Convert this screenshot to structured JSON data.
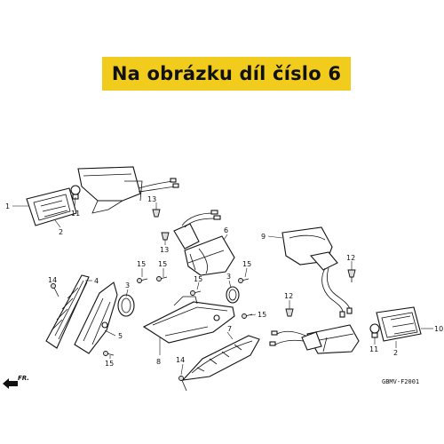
{
  "banner": {
    "text": "Na obrázku díl číslo 6",
    "color": "#f2cc1d"
  },
  "callouts": {
    "c1": "1",
    "c2a": "2",
    "c11a": "11",
    "c13a": "13",
    "c13b": "13",
    "c6": "6",
    "c9": "9",
    "c12a": "12",
    "c12b": "12",
    "c14a": "14",
    "c4": "4",
    "c15a": "15",
    "c15b": "15",
    "c3a": "3",
    "c15c": "15",
    "c3b": "3",
    "c15d": "15",
    "c5": "5",
    "c15e": "15",
    "c15f": "15",
    "c7": "7",
    "c8": "8",
    "c14b": "14",
    "c10": "10",
    "c11b": "11",
    "c2b": "2"
  },
  "direction_label": "FR.",
  "diagram_code": "GBMV-F2001"
}
